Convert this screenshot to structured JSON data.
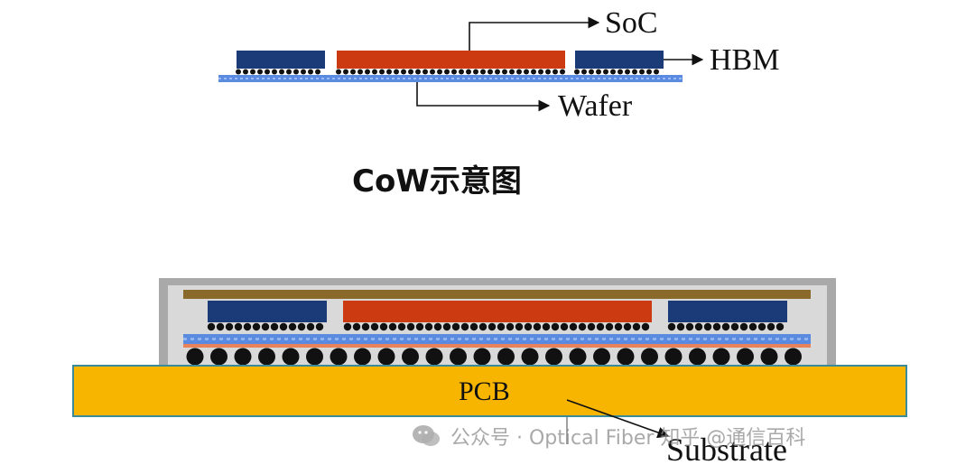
{
  "cow": {
    "labels": {
      "soc": "SoC",
      "hbm": "HBM",
      "wafer": "Wafer"
    },
    "caption": "CoW示意图"
  },
  "cowos": {
    "labels": {
      "pcb": "PCB",
      "substrate": "Substrate"
    }
  },
  "watermark": {
    "text": "公众号 · Optical Fiber  知乎 @通信百科",
    "icon": "wechat-icon"
  },
  "colors": {
    "hbm": "#1a3a78",
    "soc": "#cc3a12",
    "wafer": "#5b8be0",
    "bump": "#111111",
    "pcb": "#f7b500",
    "pcb_border": "#3a8a9a",
    "lid": "#a9a9a9",
    "lid_top": "#8a6a2a",
    "substrate_line": "#e8825a"
  }
}
